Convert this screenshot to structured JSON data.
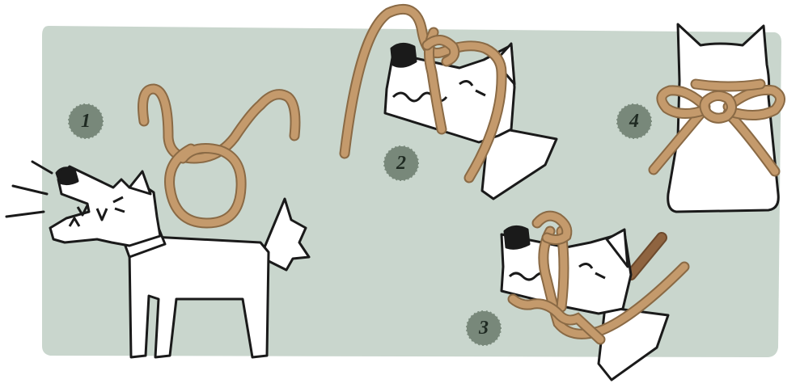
{
  "colors": {
    "background": "#c9d6cd",
    "rope": "#c49a6c",
    "rope_outline": "#8a6a45",
    "outline": "#1a1a1a",
    "badge": "#78887a",
    "dog_fill": "#ffffff"
  },
  "steps": [
    {
      "number": "1",
      "icon": "barking-dog-with-rope-loop-icon"
    },
    {
      "number": "2",
      "icon": "dog-muzzle-loop-icon"
    },
    {
      "number": "3",
      "icon": "dog-muzzle-knot-icon"
    },
    {
      "number": "4",
      "icon": "dog-neck-bow-icon"
    }
  ]
}
